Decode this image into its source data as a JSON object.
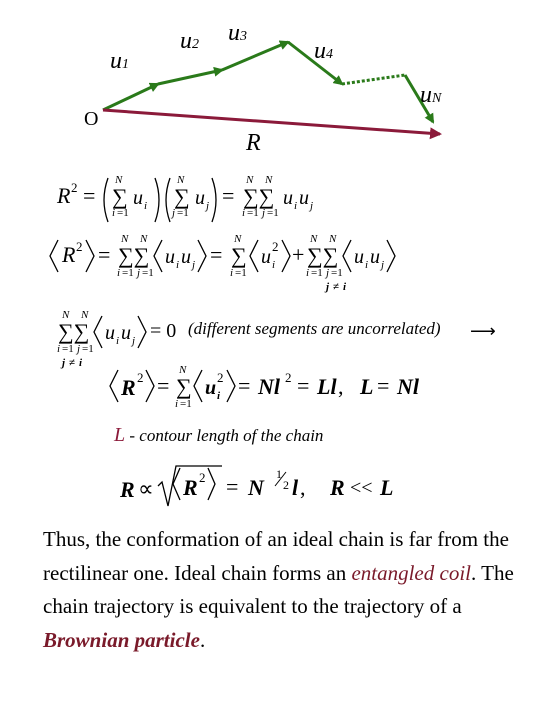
{
  "diagram": {
    "origin_label": "O",
    "vector_labels": [
      {
        "base": "u",
        "index": "1"
      },
      {
        "base": "u",
        "index": "2"
      },
      {
        "base": "u",
        "index": "3"
      },
      {
        "base": "u",
        "index": "4"
      },
      {
        "base": "u",
        "index": "N"
      }
    ],
    "resultant_label": "R",
    "colors": {
      "segments": "#2a7a1a",
      "resultant": "#8b1a3a"
    }
  },
  "equations": {
    "remark": "(different segments are uncorrelated)",
    "contour_symbol": "L",
    "contour_text": " - contour length of the chain"
  },
  "paragraph": {
    "part1": "Thus, the conformation of an ideal chain is far from the rectilinear one. Ideal chain forms an ",
    "em1": "entangled coil",
    "part2": ". The chain trajectory is equivalent to the trajectory of a ",
    "em2": "Brownian particle",
    "part3": "."
  }
}
